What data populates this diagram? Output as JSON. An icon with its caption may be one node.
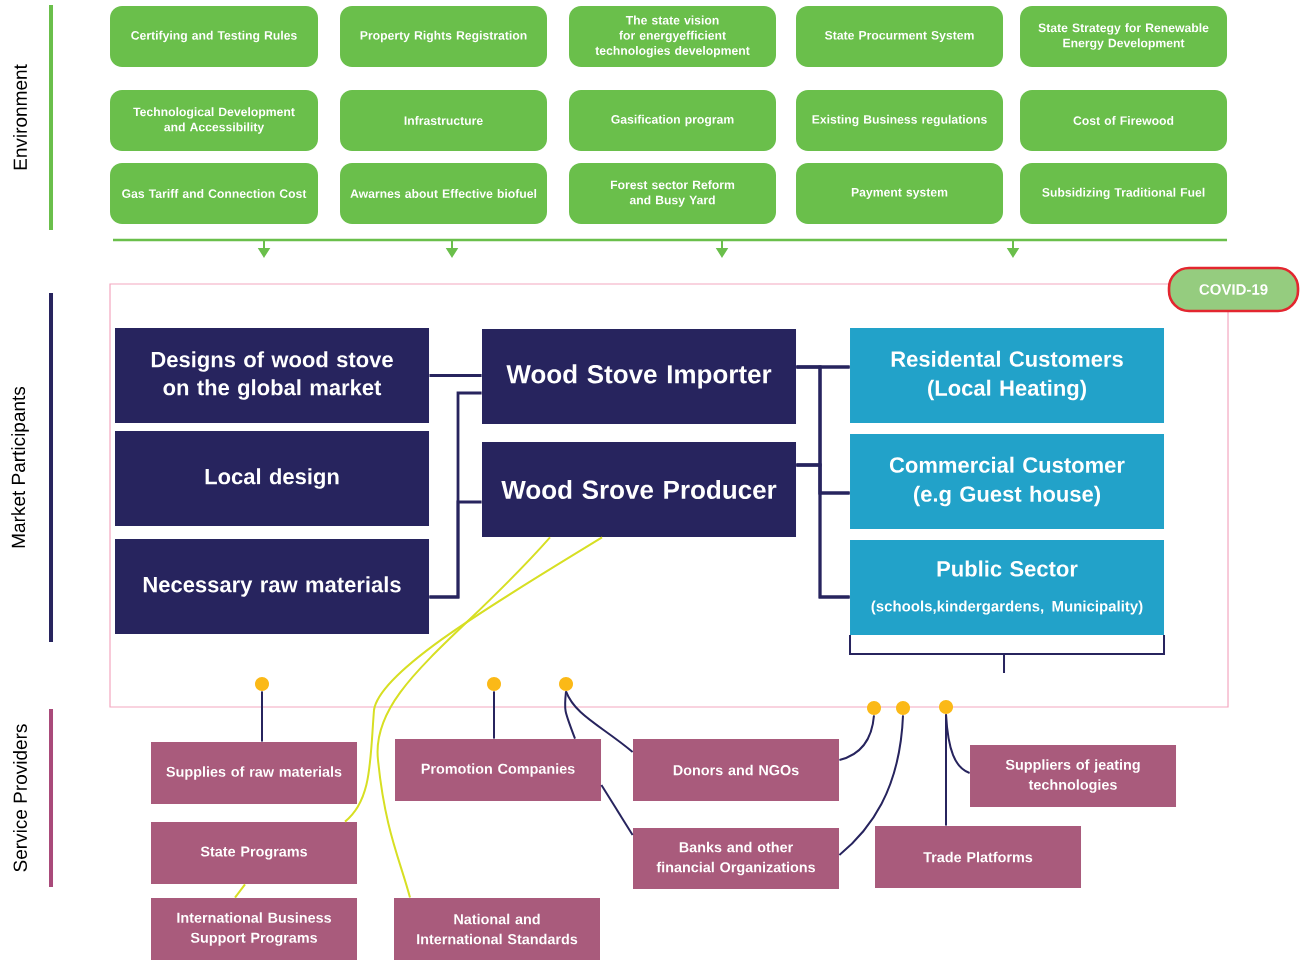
{
  "diagram": {
    "nodes": [
      {
        "text": [
          "Certifying and Testing Rules"
        ]
      },
      {
        "text": [
          "Property Rights Registration"
        ]
      },
      {
        "text": [
          "The state vision for energyefficient technologies development"
        ]
      },
      {
        "text": [
          "State Procurment System"
        ]
      },
      {
        "text": [
          "State Strategy for Renewable Energy Development"
        ]
      },
      {
        "text": [
          "Technological Development and Accessibility"
        ]
      },
      {
        "text": [
          "Infrastructure"
        ]
      },
      {
        "text": [
          "Gasification program"
        ]
      },
      {
        "text": [
          "Existing Business regulations"
        ]
      },
      {
        "text": [
          "Cost of Firewood"
        ]
      },
      {
        "text": [
          "Gas Tariff and Connection Cost"
        ]
      },
      {
        "text": [
          "Awarnes about Effective biofuel"
        ]
      },
      {
        "text": [
          "Forest sector Reform and Busy Yard"
        ]
      },
      {
        "text": [
          "Payment system"
        ]
      },
      {
        "text": [
          "Subsidizing Traditional Fuel"
        ]
      },
      {
        "text": [],
        "shape": "box"
      },
      {
        "text": [
          "COVID-19"
        ]
      },
      {
        "text": [
          "Designs of wood stove on the global market"
        ],
        "in": 15
      },
      {
        "text": [
          "Local design"
        ],
        "in": 15
      },
      {
        "text": [
          "Necessary raw materials"
        ],
        "in": 15
      },
      {
        "text": [
          "Wood Stove Importer"
        ],
        "in": 15
      },
      {
        "text": [
          "Wood Srove Producer"
        ],
        "in": 15
      },
      {
        "text": [
          "Residental Customers (Local Heating)"
        ],
        "in": 15
      },
      {
        "text": [
          "Commercial Customer (e.g Guest house)"
        ],
        "in": 15
      },
      {
        "text": [
          "Public Sector",
          "(schools,kindergardens, Municipality)"
        ],
        "in": 15
      },
      {
        "text": [],
        "shape": "circle",
        "in": 15
      },
      {
        "text": [],
        "shape": "circle",
        "in": 15
      },
      {
        "text": [],
        "shape": "circle",
        "in": 15
      },
      {
        "text": [],
        "shape": "circle"
      },
      {
        "text": [],
        "shape": "circle"
      },
      {
        "text": [],
        "shape": "circle"
      },
      {
        "text": [
          "Supplies of raw materials"
        ]
      },
      {
        "text": [
          "Promotion Companies"
        ]
      },
      {
        "text": [
          "Donors and NGOs"
        ]
      },
      {
        "text": [
          "Suppliers of jeating technologies"
        ]
      },
      {
        "text": [
          "State Programs"
        ]
      },
      {
        "text": [
          "Banks and other financial Organizations"
        ]
      },
      {
        "text": [
          "Trade Platforms"
        ]
      },
      {
        "text": [
          "International Business Support Programs"
        ]
      },
      {
        "text": [
          "National and International Standards"
        ]
      }
    ],
    "edges": [
      {
        "from": 17,
        "to": 20,
        "arrow": "none"
      },
      {
        "from": 19,
        "to": 20,
        "arrow": "none"
      },
      {
        "from": 19,
        "to": 21,
        "arrow": "none"
      },
      {
        "from": 20,
        "to": 22,
        "arrow": "none"
      },
      {
        "from": 20,
        "to": 23,
        "arrow": "none"
      },
      {
        "from": 20,
        "to": 24,
        "arrow": "none"
      },
      {
        "from": 21,
        "to": 22,
        "arrow": "none"
      },
      {
        "from": 21,
        "to": 23,
        "arrow": "none"
      },
      {
        "from": 21,
        "to": 24,
        "arrow": "none"
      },
      {
        "from": 25,
        "to": 31,
        "arrow": "none"
      },
      {
        "from": 26,
        "to": 32,
        "arrow": "none"
      },
      {
        "from": 27,
        "to": 32,
        "arrow": "none"
      },
      {
        "from": 27,
        "to": 33,
        "arrow": "none"
      },
      {
        "from": 32,
        "to": 36,
        "arrow": "none"
      },
      {
        "from": 28,
        "to": 33,
        "arrow": "none"
      },
      {
        "from": 29,
        "to": 36,
        "arrow": "none"
      },
      {
        "from": 30,
        "to": 37,
        "arrow": "none"
      },
      {
        "from": 30,
        "to": 34,
        "arrow": "none"
      },
      {
        "from": 21,
        "to": 39,
        "arrow": "none",
        "color": "#d7df23"
      },
      {
        "from": 21,
        "to": 35,
        "arrow": "none",
        "color": "#d7df23"
      },
      {
        "from": 35,
        "to": 38,
        "arrow": "none",
        "color": "#d7df23"
      }
    ],
    "labels": [
      "Environment",
      "Market Participants",
      "Service Providers"
    ]
  }
}
